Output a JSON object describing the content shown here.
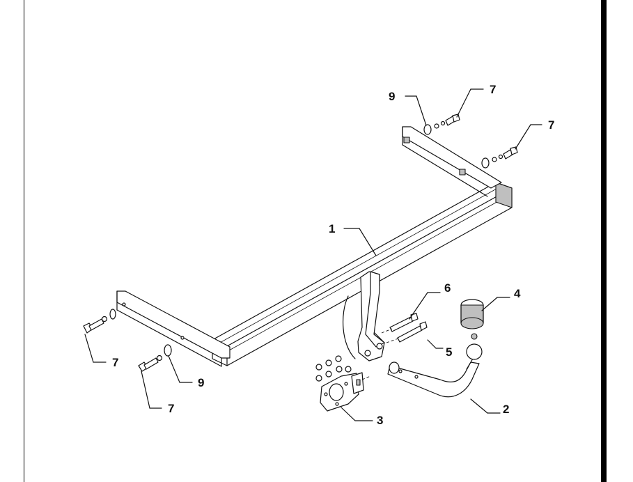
{
  "callouts": {
    "c1": "1",
    "c2": "2",
    "c3": "3",
    "c4": "4",
    "c5": "5",
    "c6": "6",
    "c7a": "7",
    "c7b": "7",
    "c7c": "7",
    "c7d": "7",
    "c9a": "9",
    "c9b": "9"
  },
  "colors": {
    "line": "#111111",
    "shade": "#bfbfbf",
    "frame": "#000000"
  }
}
